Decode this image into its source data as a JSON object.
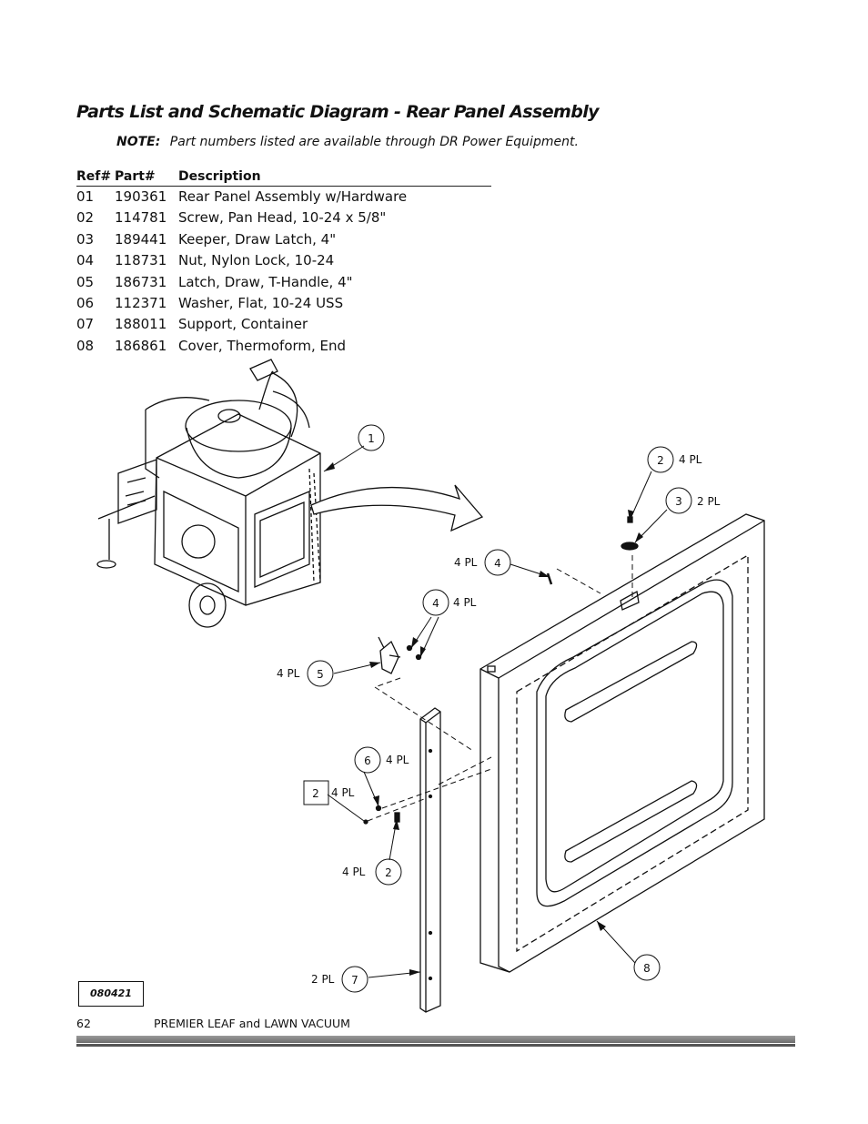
{
  "title": "Parts List and Schematic Diagram - Rear Panel Assembly",
  "note": {
    "label": "NOTE:",
    "text": "Part numbers listed are available through DR Power Equipment."
  },
  "table": {
    "headers": [
      "Ref#",
      "Part#",
      "Description"
    ],
    "rows": [
      [
        "01",
        "190361",
        "Rear Panel Assembly w/Hardware"
      ],
      [
        "02",
        "114781",
        "Screw, Pan Head, 10-24 x 5/8\""
      ],
      [
        "03",
        "189441",
        "Keeper, Draw Latch, 4\""
      ],
      [
        "04",
        "118731",
        "Nut, Nylon Lock, 10-24"
      ],
      [
        "05",
        "186731",
        "Latch, Draw, T-Handle, 4\""
      ],
      [
        "06",
        "112371",
        "Washer, Flat, 10-24 USS"
      ],
      [
        "07",
        "188011",
        "Support, Container"
      ],
      [
        "08",
        "186861",
        "Cover, Thermoform, End"
      ]
    ]
  },
  "callouts": {
    "c1": "1",
    "c2a": "2",
    "c2a_qty": "4 PL",
    "c3": "3",
    "c3_qty": "2 PL",
    "c4a": "4",
    "c4a_qty": "4 PL",
    "c4b": "4",
    "c4b_qty": "4 PL",
    "c5": "5",
    "c5_qty": "4 PL",
    "c6": "6",
    "c6_qty": "4 PL",
    "c2b": "2",
    "c2b_qty": "4 PL",
    "c2c": "2",
    "c2c_qty": "4 PL",
    "c7": "7",
    "c7_qty": "2 PL",
    "c8": "8"
  },
  "diagram_code": "080421",
  "footer": {
    "page": "62",
    "product": "PREMIER LEAF and LAWN VACUUM"
  }
}
